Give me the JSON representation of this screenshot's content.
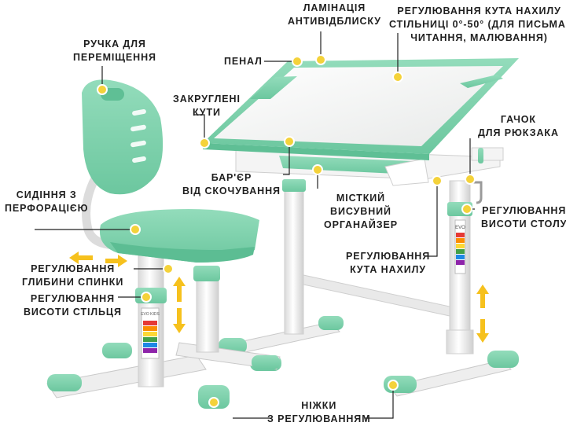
{
  "colors": {
    "mint": "#7fd3ae",
    "mint_dark": "#5bbd93",
    "frame": "#f2f2f2",
    "frame_edge": "#c9c9c9",
    "marker": "#f4d23a",
    "arrow": "#f6c11d",
    "line": "#222222"
  },
  "labels": {
    "lamination": {
      "l1": "ЛАМІНАЦІЯ",
      "l2": "АНТИВІДБЛИСКУ"
    },
    "tilt_range": {
      "l1": "РЕГУЛЮВАННЯ КУТА НАХИЛУ",
      "l2": "СТІЛЬНИЦІ 0°-50° (ДЛЯ ПИСЬМА,",
      "l3": "ЧИТАННЯ, МАЛЮВАННЯ)"
    },
    "handle": {
      "l1": "РУЧКА ДЛЯ",
      "l2": "ПЕРЕМІЩЕННЯ"
    },
    "pencil_case": {
      "l1": "ПЕНАЛ"
    },
    "rounded_corners": {
      "l1": "ЗАКРУГЛЕНІ",
      "l2": "КУТИ"
    },
    "backpack_hook": {
      "l1": "ГАЧОК",
      "l2": "ДЛЯ РЮКЗАКА"
    },
    "barrier": {
      "l1": "БАР'ЄР",
      "l2": "ВІД СКОЧУВАННЯ"
    },
    "perforated_seat": {
      "l1": "СИДІННЯ З",
      "l2": "ПЕРФОРАЦІЄЮ"
    },
    "organizer": {
      "l1": "МІСТКИЙ",
      "l2": "ВИСУВНИЙ",
      "l3": "ОРГАНАЙЗЕР"
    },
    "desk_height": {
      "l1": "РЕГУЛЮВАННЯ",
      "l2": "ВИСОТИ СТОЛУ"
    },
    "tilt": {
      "l1": "РЕГУЛЮВАННЯ",
      "l2": "КУТА НАХИЛУ"
    },
    "back_depth": {
      "l1": "РЕГУЛЮВАННЯ",
      "l2": "ГЛИБИНИ СПИНКИ"
    },
    "chair_height": {
      "l1": "РЕГУЛЮВАННЯ",
      "l2": "ВИСОТИ СТІЛЬЦЯ"
    },
    "legs": {
      "l1": "НІЖКИ",
      "l2": "З РЕГУЛЮВАННЯМ"
    }
  },
  "chair_scale_text": "EVO KIDS",
  "desk_scale_text": "EVO"
}
